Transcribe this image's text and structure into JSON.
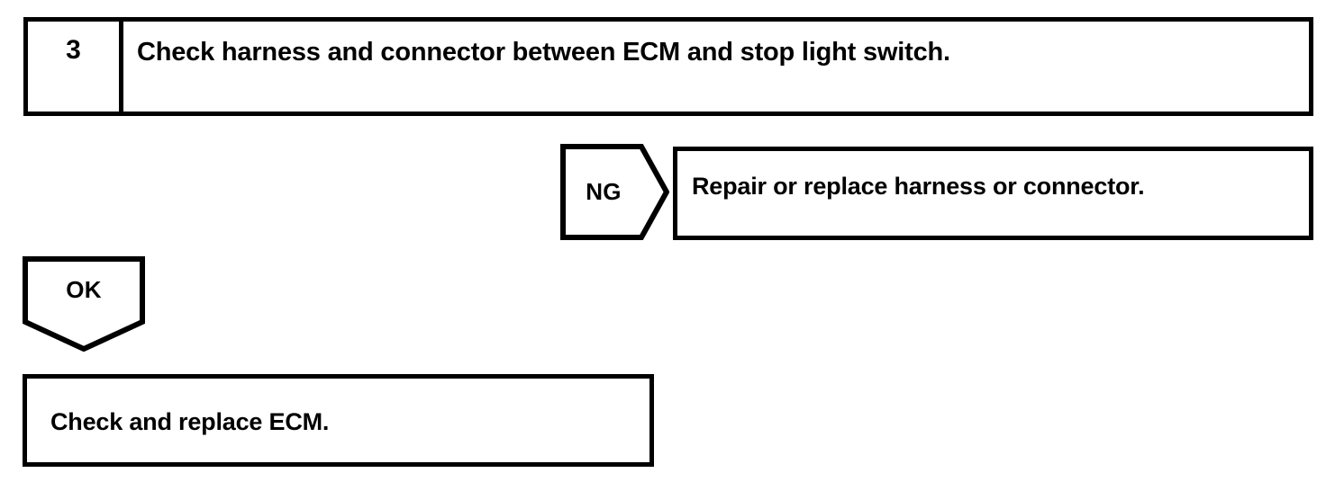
{
  "diagram": {
    "type": "diagnostic-flowchart",
    "background_color": "#ffffff",
    "line_color": "#000000",
    "text_color": "#000000",
    "step": {
      "number": "3",
      "instruction": "Check harness and connector between ECM and stop light switch."
    },
    "branches": {
      "ng": {
        "label": "NG",
        "direction": "right",
        "result": "Repair or replace harness or connector."
      },
      "ok": {
        "label": "OK",
        "direction": "down",
        "result": "Check and replace ECM."
      }
    }
  }
}
